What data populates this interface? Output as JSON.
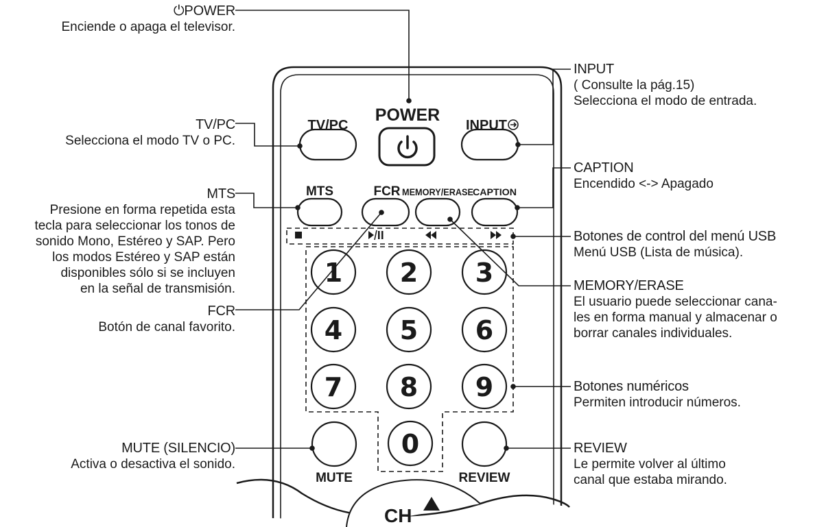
{
  "remote": {
    "buttons": {
      "tvpc": "TV/PC",
      "power": "POWER",
      "input": "INPUT",
      "mts": "MTS",
      "fcr": "FCR",
      "memory": "MEMORY/ERASE",
      "caption": "CAPTION",
      "mute": "MUTE",
      "review": "REVIEW",
      "ch": "CH"
    },
    "usb_symbols": [
      "■",
      "▶/II",
      "◀◀",
      "▶▶"
    ],
    "digits": [
      "1",
      "2",
      "3",
      "4",
      "5",
      "6",
      "7",
      "8",
      "9",
      "0"
    ],
    "icons": [
      "power-icon",
      "input-icon",
      "stop-icon",
      "play-pause-icon",
      "rewind-icon",
      "fast-forward-icon"
    ]
  },
  "annotations": {
    "power": {
      "title": "⏻POWER",
      "desc": [
        "Enciende o apaga el televisor."
      ]
    },
    "tvpc": {
      "title": "TV/PC",
      "desc": [
        "Selecciona el modo TV o PC."
      ]
    },
    "mts": {
      "title": "MTS",
      "desc": [
        "Presione en forma repetida esta",
        "tecla para seleccionar los tonos de",
        "sonido Mono, Estéreo y SAP. Pero",
        "los modos Estéreo y SAP están",
        "disponibles sólo si se incluyen",
        "en la señal de transmisión."
      ]
    },
    "fcr": {
      "title": "FCR",
      "desc": [
        "Botón de canal favorito."
      ]
    },
    "mute": {
      "title": "MUTE (SILENCIO)",
      "desc": [
        "Activa o desactiva el sonido."
      ]
    },
    "input": {
      "title": "INPUT",
      "desc": [
        "( Consulte la pág.15)",
        "Selecciona el modo de entrada."
      ]
    },
    "caption": {
      "title": "CAPTION",
      "desc": [
        "Encendido <-> Apagado"
      ]
    },
    "usb": {
      "title": "Botones de control del menú USB",
      "desc": [
        "Menú USB (Lista de música)."
      ]
    },
    "memory": {
      "title": "MEMORY/ERASE",
      "desc": [
        "El usuario puede seleccionar cana-",
        "les en forma manual y almacenar o",
        "borrar canales individuales."
      ]
    },
    "numeric": {
      "title": "Botones numéricos",
      "desc": [
        "Permiten introducir números."
      ]
    },
    "review": {
      "title": "REVIEW",
      "desc": [
        "Le permite volver al último",
        "canal que estaba mirando."
      ]
    }
  }
}
